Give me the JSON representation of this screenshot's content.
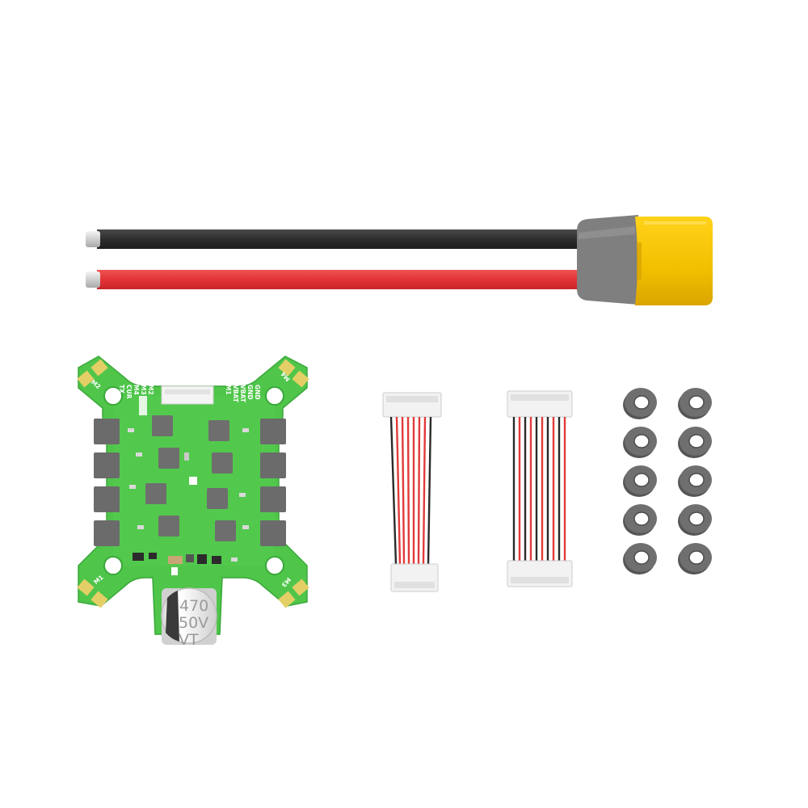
{
  "esc_board": {
    "pad_labels": [
      "GND",
      "GND",
      "VBAT",
      "VBAT",
      "M1",
      "M2",
      "M3",
      "M4",
      "CUR",
      "TX"
    ],
    "corner_labels": {
      "top_left": "M2",
      "top_right": "M4",
      "bottom_left": "M1",
      "bottom_right": "M3"
    },
    "capacitor": {
      "line1": "470",
      "line2": "50V",
      "line3": "VT"
    }
  },
  "colors": {
    "pcb": "#4fc54a",
    "wire_black": "#2f2f2f",
    "wire_red": "#e8383a",
    "xt_connector": "#f2c100",
    "xt_housing": "#7f7f7f",
    "washer": "#6f6f6f"
  },
  "washers": {
    "rows": 5,
    "columns": 2
  }
}
